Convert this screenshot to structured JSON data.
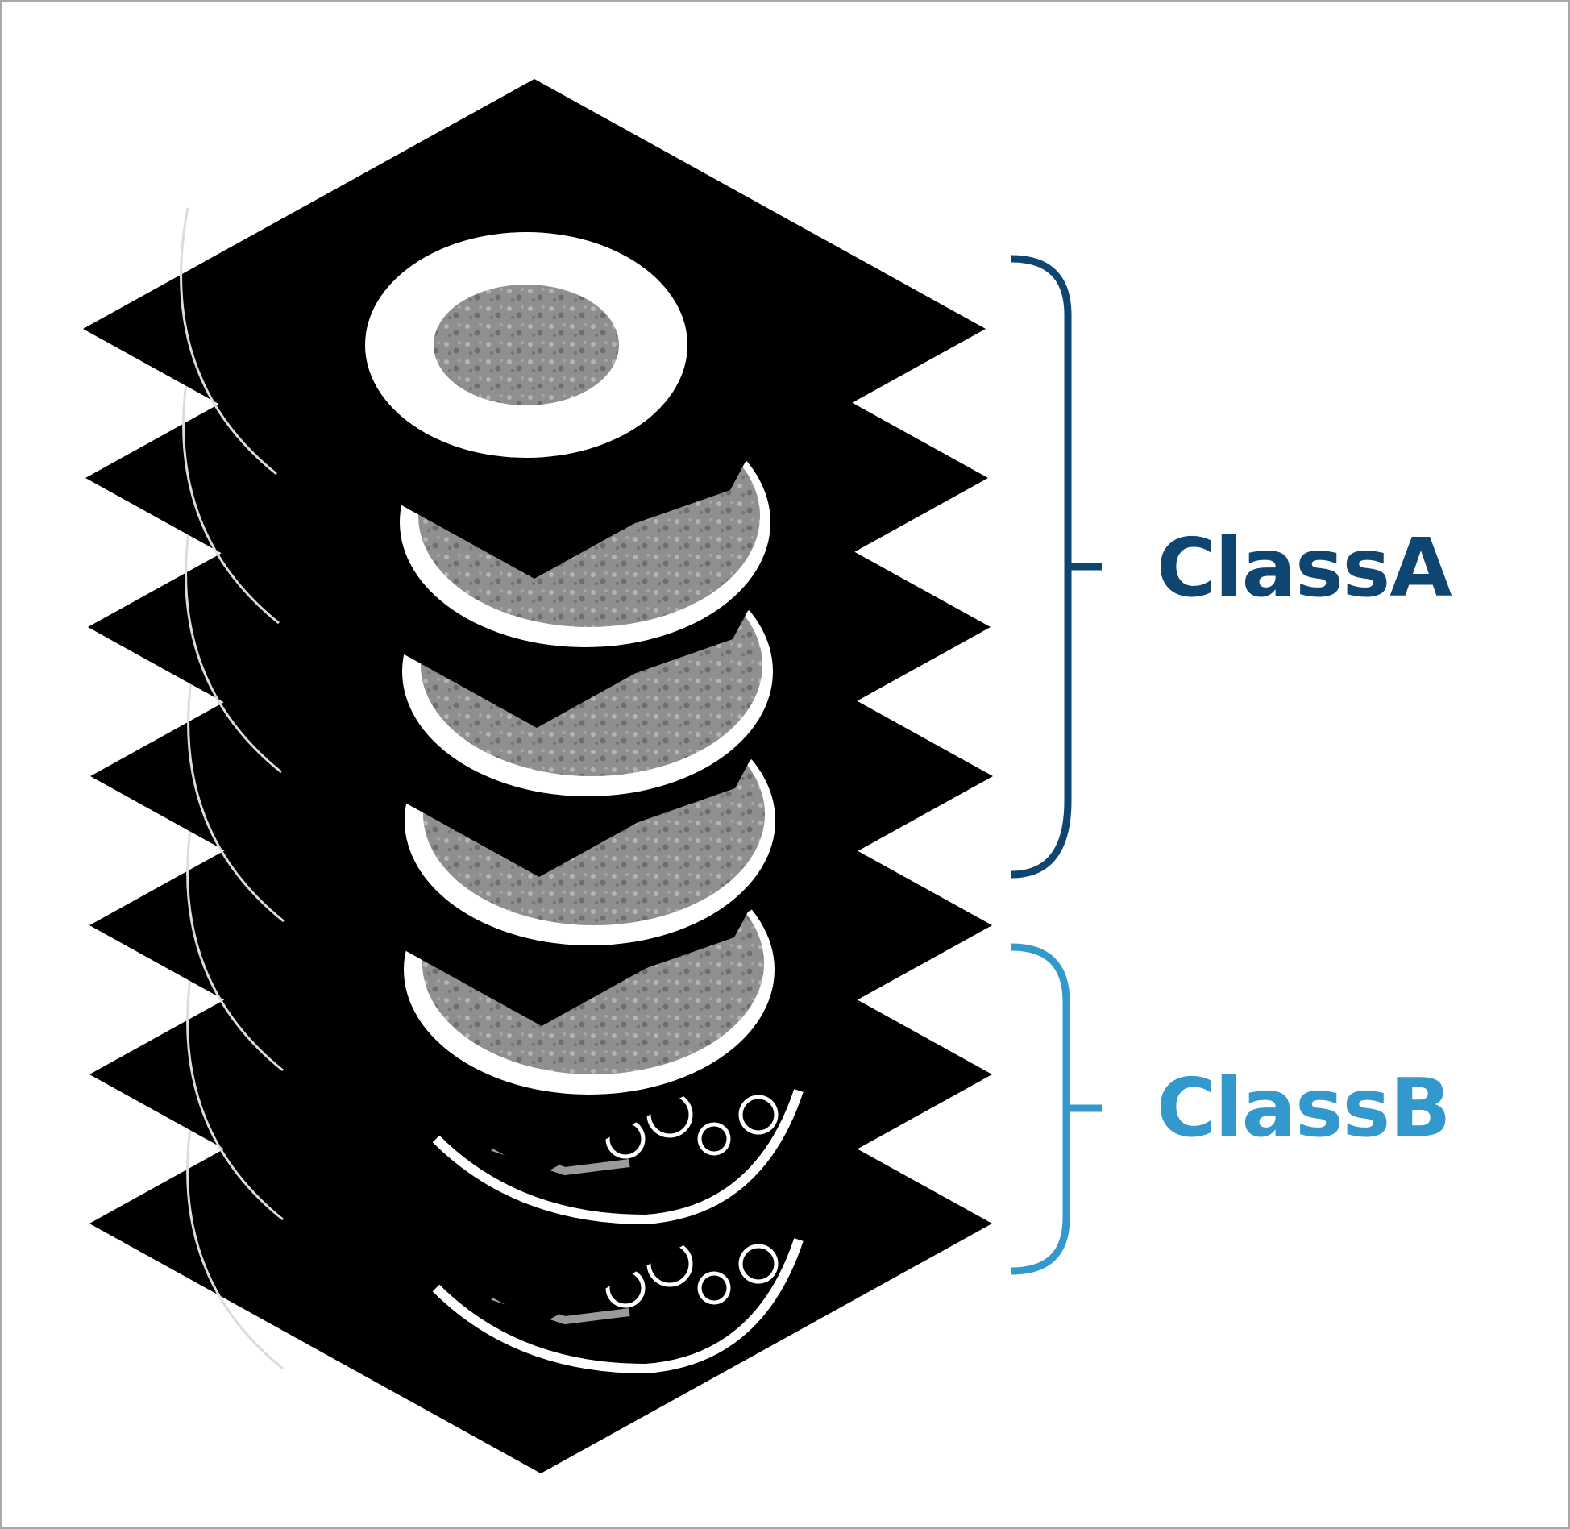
{
  "groups": {
    "class_a": {
      "label": "ClassA",
      "color": "#0f4571"
    },
    "class_b": {
      "label": "ClassB",
      "color": "#3399cc"
    }
  },
  "slices": [
    {
      "group": "class_a",
      "depicts": "ct-scan-slice"
    },
    {
      "group": "class_a",
      "depicts": "ct-scan-slice"
    },
    {
      "group": "class_a",
      "depicts": "ct-scan-slice"
    },
    {
      "group": "class_a",
      "depicts": "ct-scan-slice"
    },
    {
      "group": "class_b",
      "depicts": "ct-scan-slice"
    },
    {
      "group": "class_b",
      "depicts": "ct-scan-slice"
    },
    {
      "group": "class_b",
      "depicts": "ct-scan-slice"
    }
  ],
  "colors": {
    "slice_background": "#000000",
    "bone": "#ffffff",
    "tissue_light": "#9a9a9a",
    "tissue_dark": "#7a7a7a",
    "frame": "#a8a8a8"
  }
}
